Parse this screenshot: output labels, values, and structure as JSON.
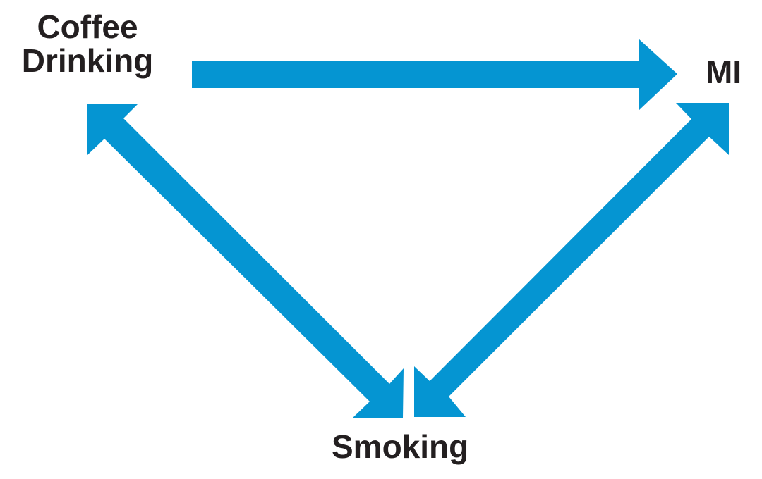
{
  "nodes": {
    "coffee_line1": "Coffee",
    "coffee_line2": "Drinking",
    "mi": "MI",
    "smoking": "Smoking"
  },
  "colors": {
    "arrow": "#0595d2",
    "text": "#231f20",
    "background": "#ffffff"
  },
  "edges": [
    {
      "from": "Coffee Drinking",
      "to": "MI",
      "style": "single-headed"
    },
    {
      "from": "Smoking",
      "to": "Coffee Drinking",
      "style": "double-headed"
    },
    {
      "from": "Smoking",
      "to": "MI",
      "style": "double-headed"
    }
  ]
}
